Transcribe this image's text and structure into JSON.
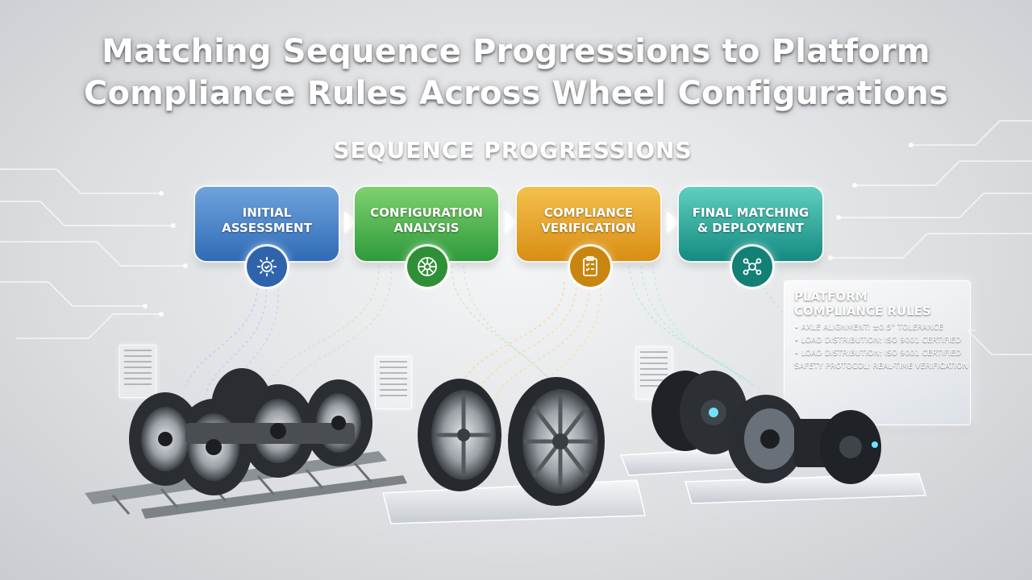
{
  "title": {
    "line1": "Matching Sequence Progressions to Platform",
    "line2": "Compliance Rules Across Wheel Configurations"
  },
  "section_heading": "SEQUENCE PROGRESSIONS",
  "steps": [
    {
      "line1": "INITIAL",
      "line2": "ASSESSMENT",
      "color": "#3b77c2",
      "icon": "gear-check-icon"
    },
    {
      "line1": "CONFIGURATION",
      "line2": "ANALYSIS",
      "color": "#3aa341",
      "icon": "wheel-icon"
    },
    {
      "line1": "COMPLIANCE",
      "line2": "VERIFICATION",
      "color": "#e09a1d",
      "icon": "checklist-icon"
    },
    {
      "line1": "FINAL MATCHING",
      "line2": "& DEPLOYMENT",
      "color": "#1b968a",
      "icon": "network-icon"
    }
  ],
  "rules_panel": {
    "title_line1": "PLATFORM",
    "title_line2": "COMPLIANCE RULES",
    "items": [
      "• AXLE ALIGNMENT: ±0.5° TOLERANCE",
      "• LOAD DISTRIBUTION: ISO 9001 CERTIFIED",
      "• LOAD DISTRIBUTION: ISO 9001 CERTIFIED",
      "SAFETY PROTOCOL: REAL-TIME VERIFICATION"
    ]
  }
}
